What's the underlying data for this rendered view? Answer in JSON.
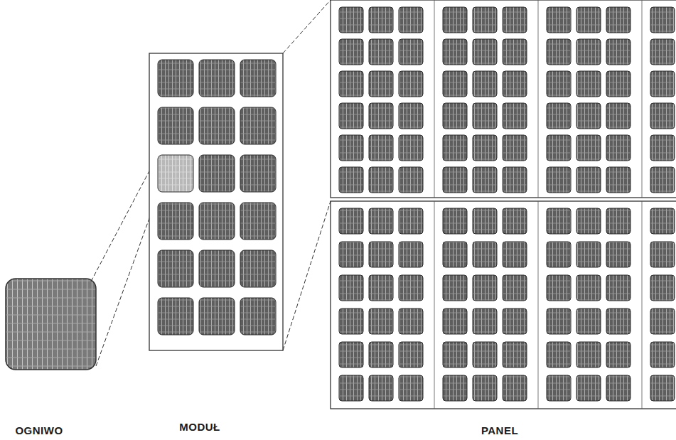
{
  "diagram": {
    "labels": [
      "OGNIWO",
      "MODUŁ",
      "PANEL"
    ]
  }
}
